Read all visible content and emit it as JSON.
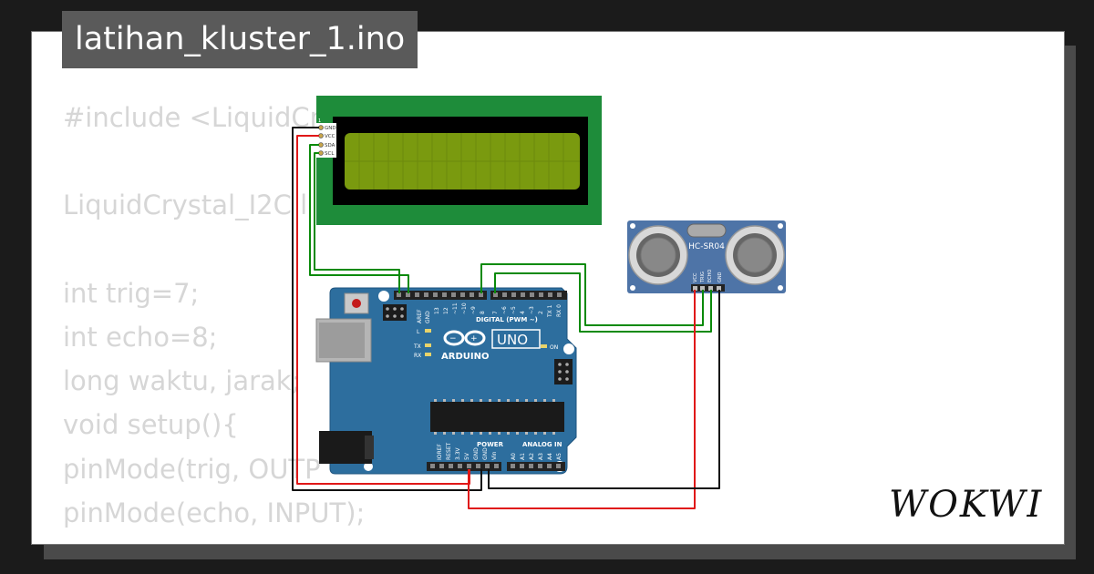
{
  "project": {
    "title": "latihan_kluster_1.ino"
  },
  "code_lines": [
    "#include <LiquidCr",
    "",
    "LiquidCrystal_I2C l",
    "",
    "int trig=7;",
    "int echo=8;",
    "long waktu, jarak;",
    "void setup(){",
    "pinMode(trig, OUTP",
    "pinMode(echo, INPUT);"
  ],
  "lcd": {
    "pins": [
      "GND",
      "VCC",
      "SDA",
      "SCL"
    ],
    "pin1": "1",
    "body_color": "#1e8c3a",
    "screen_color": "#7a9a0f"
  },
  "arduino": {
    "logo": "ARDUINO",
    "model": "UNO",
    "digital_header": "DIGITAL (PWM ~)",
    "power_header": "POWER",
    "analog_header": "ANALOG IN",
    "labels": {
      "aref": "AREF",
      "gnd": "GND",
      "l": "L",
      "tx": "TX",
      "rx": "RX",
      "on": "ON"
    },
    "digital_pins_left": [
      "13",
      "12",
      "~11",
      "~10",
      "~9",
      "8"
    ],
    "digital_pins_right": [
      "7",
      "~6",
      "~5",
      "4",
      "~3",
      "2",
      "TX 1",
      "RX 0"
    ],
    "power_pins": [
      "IOREF",
      "RESET",
      "3.3V",
      "5V",
      "GND",
      "GND",
      "Vin"
    ],
    "analog_pins": [
      "A0",
      "A1",
      "A2",
      "A3",
      "A4",
      "A5"
    ],
    "board_color": "#2d6e9e"
  },
  "sensor": {
    "name": "HC-SR04",
    "pins": [
      "VCC",
      "TRIG",
      "ECHO",
      "GND"
    ],
    "board_color": "#4e74a7"
  },
  "wires": {
    "colors": {
      "power": "#e01818",
      "ground": "#111111",
      "signal": "#0a8a0a"
    }
  },
  "brand": {
    "logo": "WOKWI"
  }
}
